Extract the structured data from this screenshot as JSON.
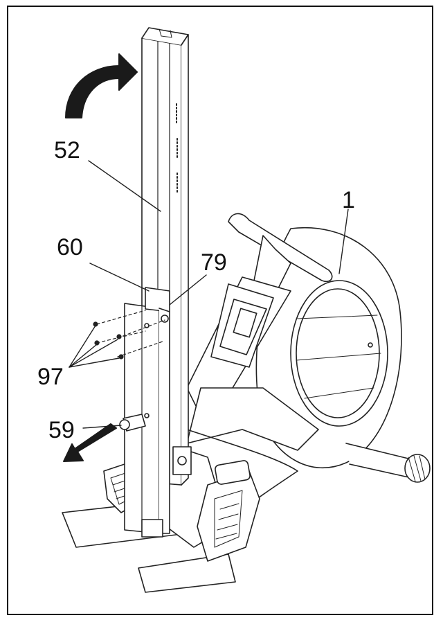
{
  "diagram": {
    "callouts": [
      {
        "id": "52",
        "label": "52"
      },
      {
        "id": "1",
        "label": "1"
      },
      {
        "id": "60",
        "label": "60"
      },
      {
        "id": "79",
        "label": "79"
      },
      {
        "id": "97",
        "label": "97"
      },
      {
        "id": "59",
        "label": "59"
      }
    ],
    "icons": [
      "rotate-arrow-icon",
      "pull-arrow-icon"
    ]
  }
}
